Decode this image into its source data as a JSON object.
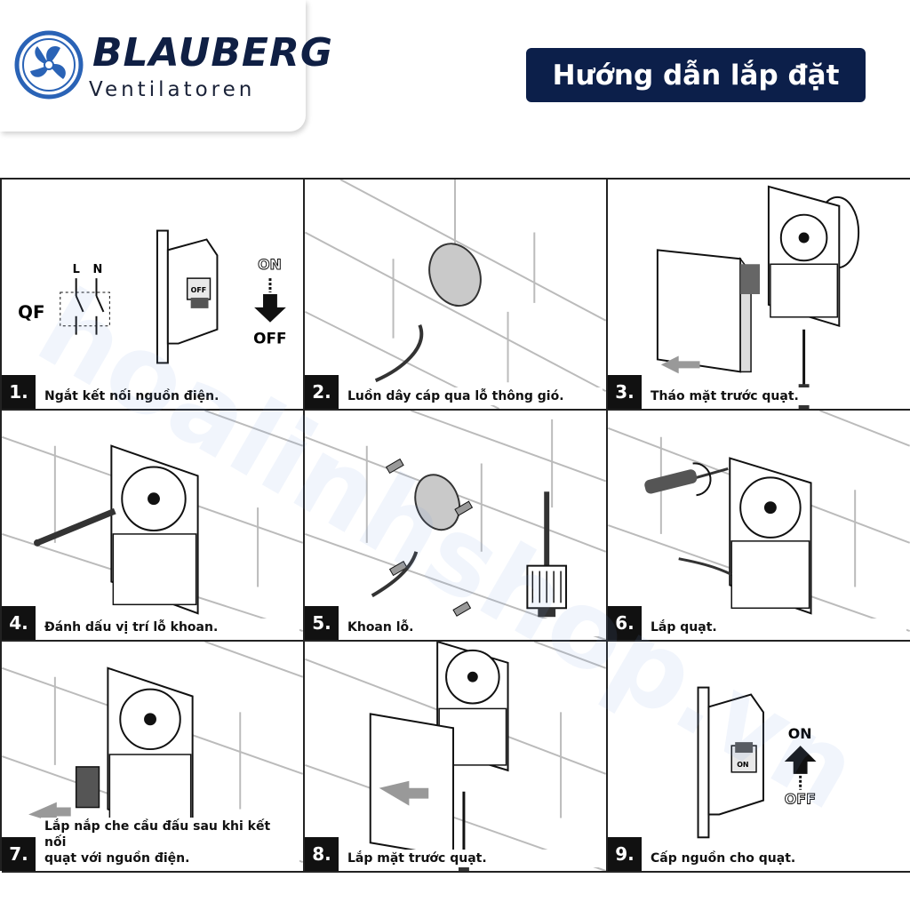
{
  "header": {
    "brand": "BLAUBERG",
    "brand_sub": "Ventilatoren",
    "title": "Hướng dẫn lắp đặt"
  },
  "watermark": "hoalinhshop.vn",
  "steps": [
    {
      "number": "1.",
      "caption": "Ngắt kết nối nguồn điện."
    },
    {
      "number": "2.",
      "caption": "Luồn dây cáp qua lỗ thông gió."
    },
    {
      "number": "3.",
      "caption": "Tháo mặt trước quạt."
    },
    {
      "number": "4.",
      "caption": "Đánh dấu vị trí lỗ khoan."
    },
    {
      "number": "5.",
      "caption": "Khoan lỗ."
    },
    {
      "number": "6.",
      "caption": "Lắp quạt."
    },
    {
      "number": "7.",
      "caption": "Lắp nắp che cầu đấu sau khi kết nối\nquạt với nguồn điện."
    },
    {
      "number": "8.",
      "caption": "Lắp mặt trước quạt."
    },
    {
      "number": "9.",
      "caption": "Cấp nguồn cho quạt."
    }
  ],
  "diagram_labels": {
    "qf": "QF",
    "l": "L",
    "n": "N",
    "on": "ON",
    "off": "OFF"
  },
  "colors": {
    "brand_navy": "#0c1f4a",
    "logo_blue": "#2a63b6"
  }
}
